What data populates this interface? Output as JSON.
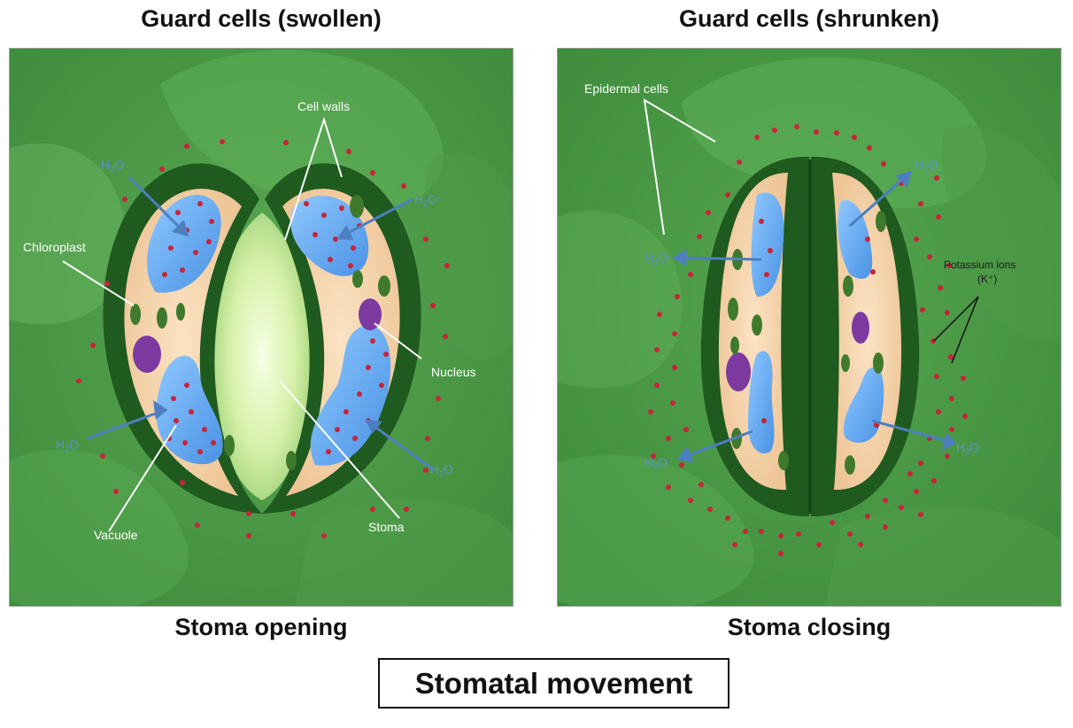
{
  "main_title": "Stomatal movement",
  "left_panel": {
    "title": "Guard cells (swollen)",
    "caption": "Stoma opening",
    "labels": {
      "cell_walls": "Cell walls",
      "chloroplast": "Chloroplast",
      "nucleus": "Nucleus",
      "vacuole": "Vacuole",
      "stoma": "Stoma"
    },
    "water": [
      "H",
      "2",
      "O"
    ]
  },
  "right_panel": {
    "title": "Guard cells (shrunken)",
    "caption": "Stoma closing",
    "labels": {
      "epidermal_cells": "Epidermal cells",
      "potassium_ions": "Potassium ions",
      "potassium_symbol": "(K⁺)"
    },
    "water": [
      "H",
      "2",
      "O"
    ]
  },
  "colors": {
    "background_green": "#3f8f3c",
    "guard_cell_wall": "#1f5a1f",
    "cytoplasm": "#f3cfa2",
    "vacuole": "#5aa3ee",
    "ion": "#c8243a",
    "nucleus": "#7c3aa0",
    "water_arrow": "#4d7fc0"
  }
}
